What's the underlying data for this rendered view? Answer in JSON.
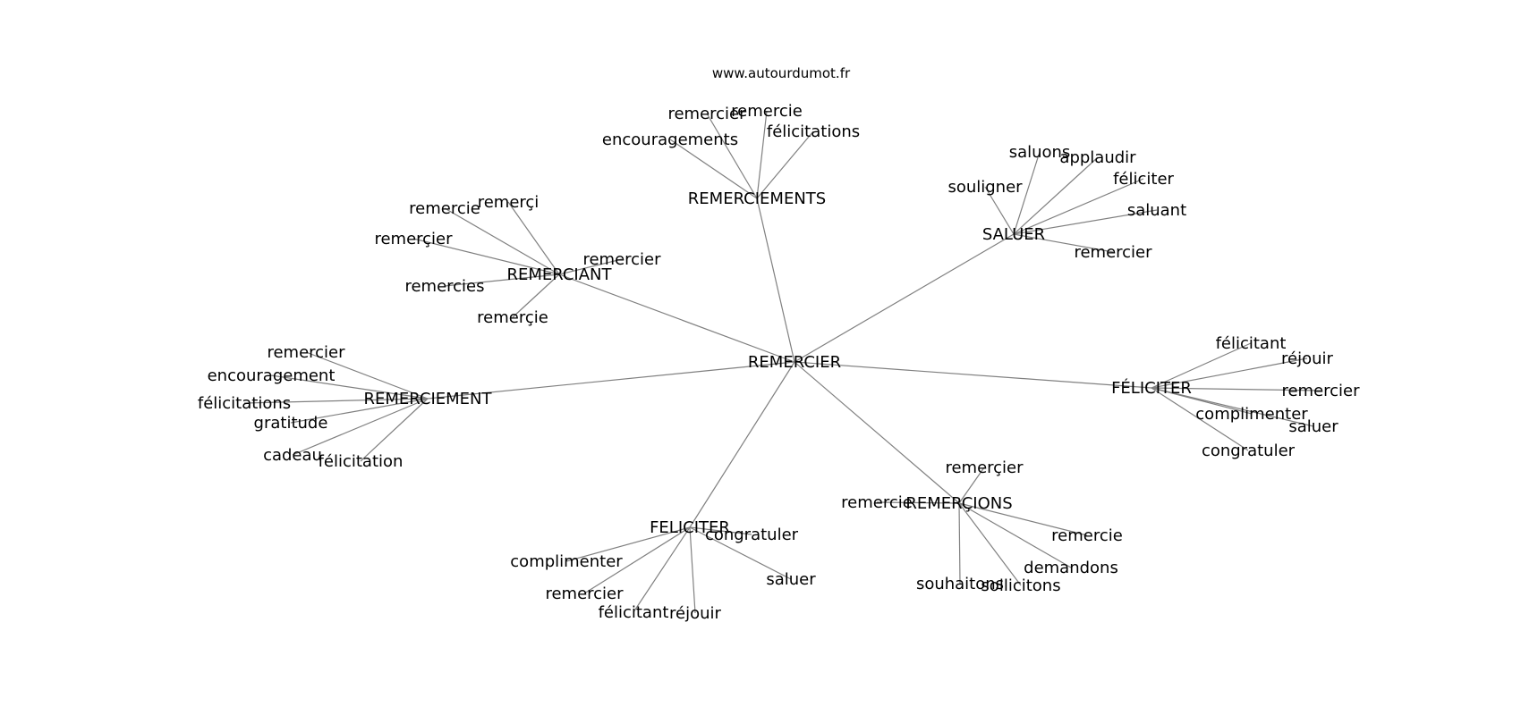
{
  "source_text": "www.autourdumot.fr",
  "graph": {
    "root": "REMERCIER",
    "hubs": [
      {
        "label": "REMERCIEMENTS",
        "children": [
          "remercier",
          "remercie",
          "félicitations",
          "encouragements"
        ]
      },
      {
        "label": "SALUER",
        "children": [
          "saluons",
          "applaudir",
          "féliciter",
          "souligner",
          "saluant",
          "remercier"
        ]
      },
      {
        "label": "REMERCIANT",
        "children": [
          "remerçi",
          "remercie",
          "remerçier",
          "remercier",
          "remercies",
          "remerçie"
        ]
      },
      {
        "label": "REMERCIEMENT",
        "children": [
          "remercier",
          "encouragement",
          "félicitations",
          "gratitude",
          "cadeau",
          "félicitation"
        ]
      },
      {
        "label": "FÉLICITER",
        "children": [
          "félicitant",
          "réjouir",
          "remercier",
          "complimenter",
          "saluer",
          "congratuler"
        ]
      },
      {
        "label": "REMERÇIONS",
        "children": [
          "remerçier",
          "remercie",
          "remercie",
          "demandons",
          "souhaitons",
          "sollicitons"
        ]
      },
      {
        "label": "FELICITER",
        "children": [
          "congratuler",
          "complimenter",
          "saluer",
          "remercier",
          "félicitant",
          "réjouir"
        ]
      }
    ]
  }
}
